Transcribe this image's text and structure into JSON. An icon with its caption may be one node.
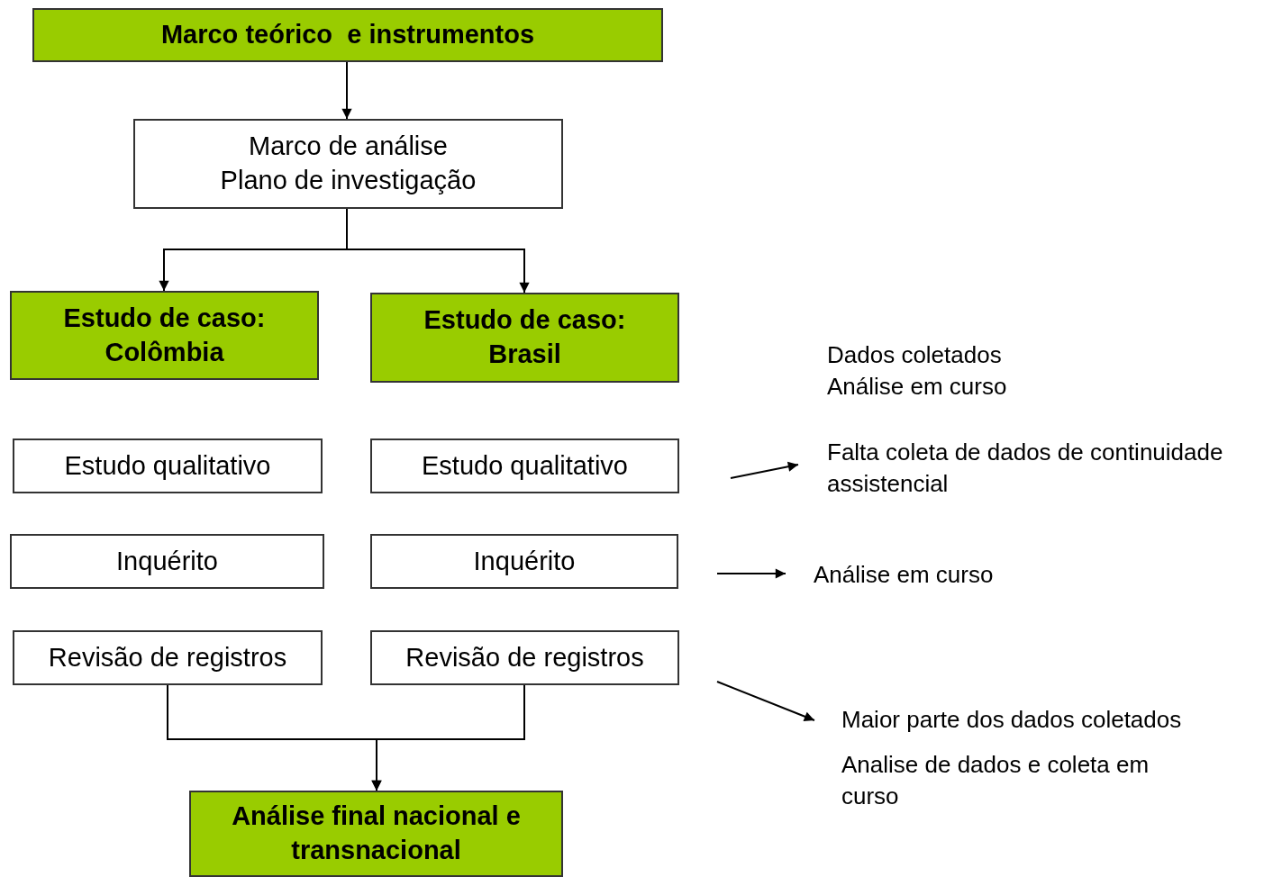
{
  "diagram": {
    "nodes": [
      {
        "text": [
          "Marco teórico  e instrumentos"
        ]
      },
      {
        "text": [
          "Marco de análise",
          "Plano de investigação"
        ]
      },
      {
        "text": [
          "Estudo de caso: Colômbia"
        ]
      },
      {
        "text": [
          "Estudo de caso: Brasil"
        ]
      },
      {
        "text": [
          "Estudo qualitativo"
        ]
      },
      {
        "text": [
          "Estudo qualitativo"
        ]
      },
      {
        "text": [
          "Inquérito"
        ]
      },
      {
        "text": [
          "Inquérito"
        ]
      },
      {
        "text": [
          "Revisão de registros"
        ]
      },
      {
        "text": [
          "Revisão de registros"
        ]
      },
      {
        "text": [
          "Análise final nacional e transnacional"
        ]
      },
      {
        "text": [
          "Falta coleta de dados de continuidade assistencial"
        ]
      },
      {
        "text": [
          "Análise em curso"
        ]
      },
      {
        "text": [
          "Maior parte dos dados coletados"
        ]
      }
    ],
    "edges": [
      {
        "from": 0,
        "to": 1,
        "arrow": "to"
      },
      {
        "from": 1,
        "to": 2,
        "arrow": "to"
      },
      {
        "from": 1,
        "to": 3,
        "arrow": "to"
      },
      {
        "from": 8,
        "to": 10,
        "arrow": "to"
      },
      {
        "from": 9,
        "to": 10,
        "arrow": "to"
      },
      {
        "from": null,
        "to": 11,
        "arrow": "to"
      },
      {
        "from": null,
        "to": 12,
        "arrow": "to"
      },
      {
        "from": null,
        "to": 13,
        "arrow": "to"
      }
    ],
    "labels": [
      "Dados coletados Análise em curso",
      "Analise de dados e coleta em curso"
    ]
  }
}
